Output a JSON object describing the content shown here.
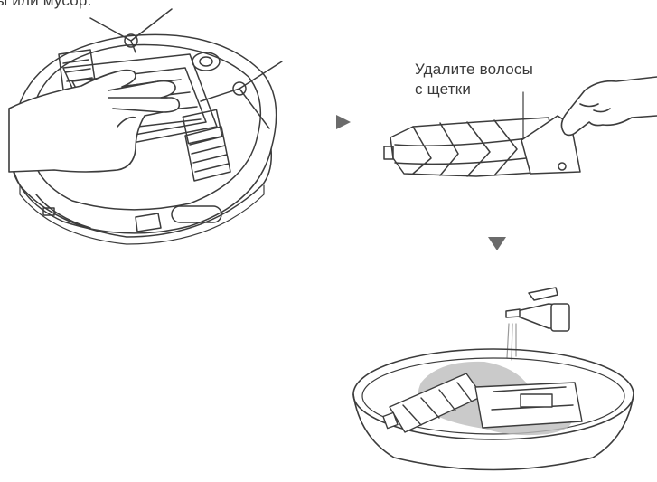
{
  "captions": {
    "top_partial": "ы или мусор.",
    "remove_hair_line1": "Удалите волосы",
    "remove_hair_line2": "с щетки"
  },
  "icons": [
    "robot-vacuum-bottom-illustration",
    "hand-icon",
    "arrow-right-icon",
    "arrow-down-icon",
    "brush-roll-illustration",
    "cleaning-tool-illustration",
    "faucet-icon",
    "basin-illustration"
  ],
  "colors": {
    "line": "#3c3c3c",
    "arrow": "#6b6b6b",
    "dirt": "#a0a0a0"
  }
}
